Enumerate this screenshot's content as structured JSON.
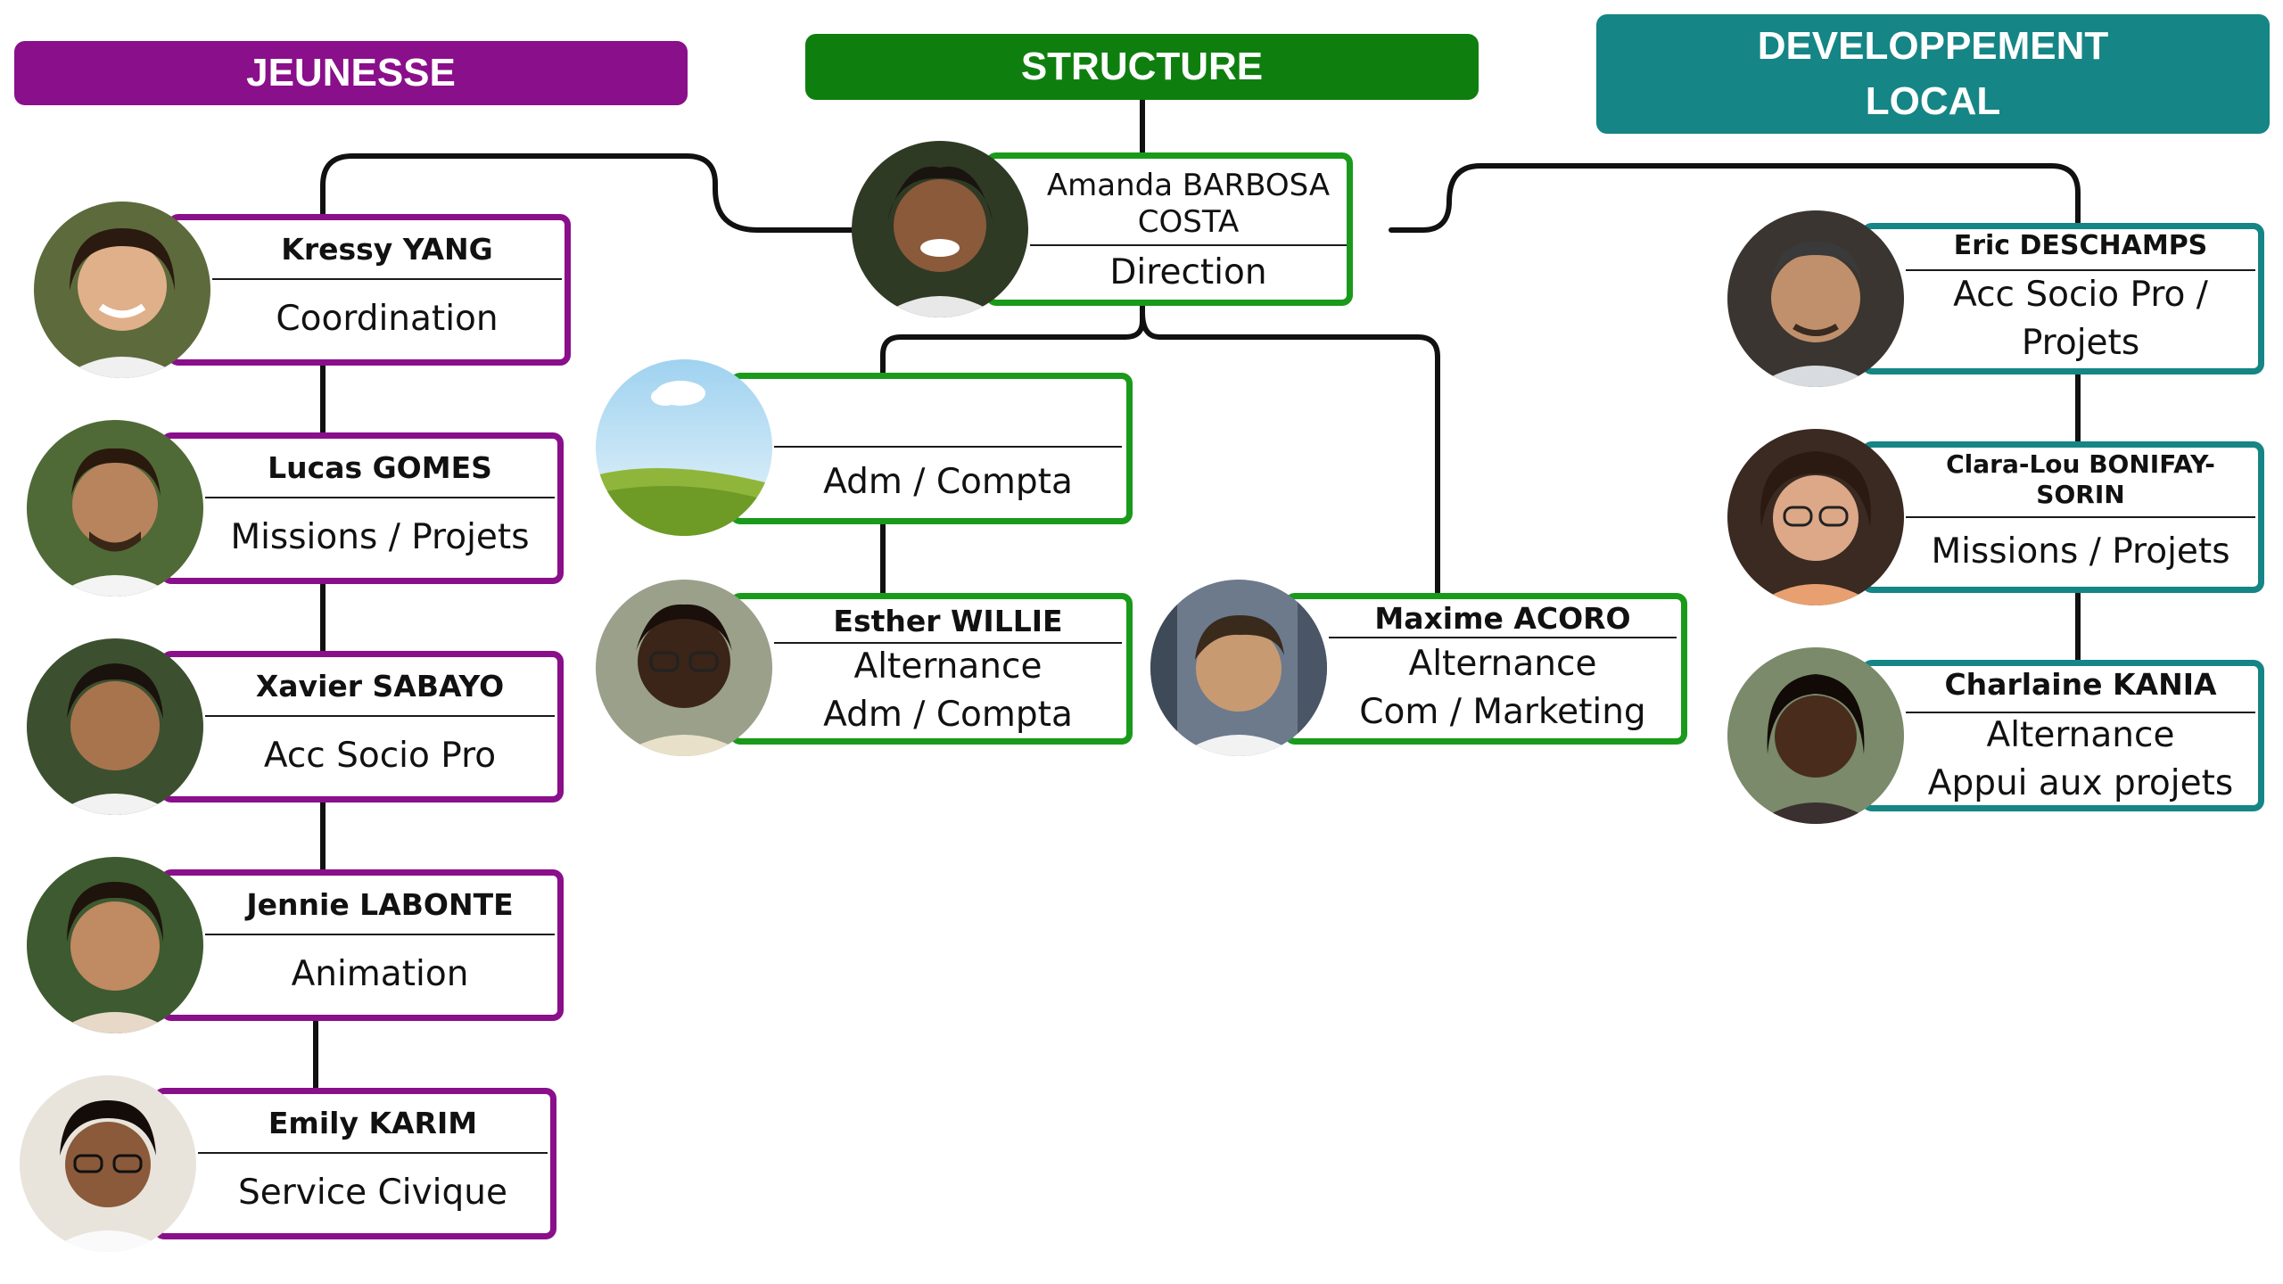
{
  "colors": {
    "jeunesse": "#8a0f8a",
    "structure": "#1a9a1a",
    "structure_banner": "#0e7f0e",
    "developpement": "#158585",
    "connector": "#111111"
  },
  "banners": {
    "jeunesse": "JEUNESSE",
    "structure": "STRUCTURE",
    "developpement_line1": "DEVELOPPEMENT",
    "developpement_line2": "LOCAL"
  },
  "people": {
    "amanda": {
      "name_line1": "Amanda BARBOSA",
      "name_line2": "COSTA",
      "role": "Direction",
      "avatar": "photo-portrait"
    },
    "vacant": {
      "name": "",
      "role": "Adm / Compta",
      "avatar": "placeholder-landscape-image"
    },
    "esther": {
      "name": "Esther WILLIE",
      "role_line1": "Alternance",
      "role_line2": "Adm / Compta",
      "avatar": "photo-portrait"
    },
    "maxime": {
      "name": "Maxime ACORO",
      "role_line1": "Alternance",
      "role_line2": "Com / Marketing",
      "avatar": "photo-portrait"
    },
    "kressy": {
      "name": "Kressy YANG",
      "role": "Coordination",
      "avatar": "photo-portrait"
    },
    "lucas": {
      "name": "Lucas GOMES",
      "role": "Missions / Projets",
      "avatar": "photo-portrait"
    },
    "xavier": {
      "name": "Xavier SABAYO",
      "role": "Acc Socio Pro",
      "avatar": "photo-portrait"
    },
    "jennie": {
      "name": "Jennie LABONTE",
      "role": "Animation",
      "avatar": "photo-portrait"
    },
    "emily": {
      "name": "Emily KARIM",
      "role": "Service Civique",
      "avatar": "photo-portrait"
    },
    "eric": {
      "name": "Eric DESCHAMPS",
      "role_line1": "Acc Socio Pro /",
      "role_line2": "Projets",
      "avatar": "photo-portrait"
    },
    "claralou": {
      "name_line1": "Clara-Lou BONIFAY-",
      "name_line2": "SORIN",
      "role": "Missions / Projets",
      "avatar": "photo-portrait"
    },
    "charlaine": {
      "name": "Charlaine KANIA",
      "role_line1": "Alternance",
      "role_line2": "Appui aux projets",
      "avatar": "photo-portrait"
    }
  }
}
